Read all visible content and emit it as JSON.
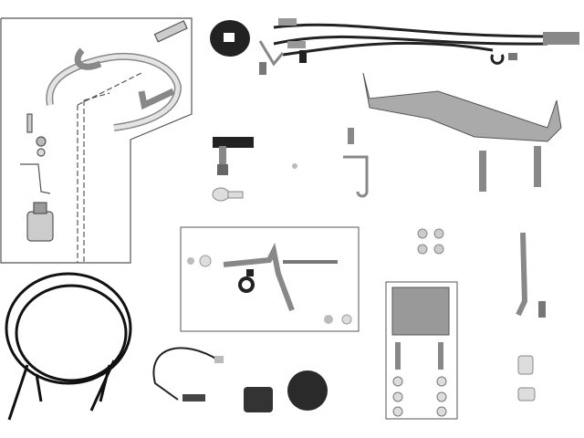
{
  "diagram": {
    "kind": "exploded parts kit illustration",
    "colors": {
      "background": "#ffffff",
      "frame": "#555555",
      "metal": "#a8a8a8",
      "dark": "#2a2a2a",
      "hose": "#d8d8d8"
    },
    "parts": [
      "fuel-line-kit-box",
      "throttle-cable-assembly",
      "mounting-bracket",
      "spring-clip",
      "bolt",
      "cable-retainer",
      "link-arm-box",
      "washer-set",
      "adjuster-bracket-box",
      "adjuster-rod",
      "wire-harness-coil",
      "pigtail-connector",
      "rubber-pad",
      "rubber-plug",
      "bushings"
    ]
  }
}
